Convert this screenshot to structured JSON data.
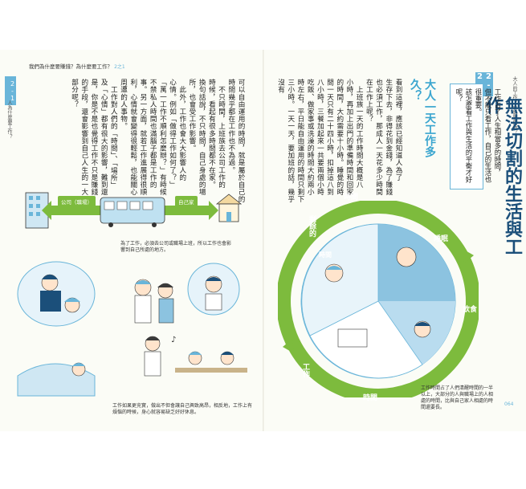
{
  "left_page": {
    "tab_number": "2-1",
    "runner": "人為什麼要工作？",
    "header": "我們為什麼要賺錢？為什麼要工作？",
    "header_tag": "2之1",
    "body_columns": [
      "可以自由運用的時間，就是屬於自己的",
      "時間幾乎都在工作也不為過。",
      "　不只時間，上班族去公司工作的",
      "時候，看起有很多時間都不在家。",
      "換句話說，不只時間，自己身處的場",
      "所，也會受工作影響。",
      "　此外，工作也會大大影響人的",
      "心情。例如「做得工作如何了？」",
      "「萬一工作不順利怎麼辦？」有時候",
      "不禁私人時間也滿腦子都是工作的",
      "事。另一方面，就若工作進展得很順",
      "利，心情就會變得很輕鬆，也能關心",
      "周遭的人事物。",
      "　工作對人們的「時間」、「場所」",
      "及「心情」都有很大的影響，難到還",
      "是，你是不是也覺得工作不只是賺錢",
      "的手段，還會影響到自己人生的一大",
      "部分呢？"
    ],
    "commute_labels": [
      "公司（職場）",
      "自己家"
    ],
    "captions": [
      "為了工作，必須去公司或職場上班，所以工作也會影響到自己所處的地方。",
      "工作如果更充實，做出不但會讓自己興致高昂，相反地，工作上有煩惱的時候，身心就容易缺乏好好休息。"
    ]
  },
  "right_page": {
    "tab_number": "2-2",
    "runner": "大人的工作，會影響生活？",
    "title": "無法切割的生活與工作",
    "subtitle_lines": [
      "工作占了人生相當多的時間，",
      "但不能只看工作，自己的生活也很重要。",
      "該怎麼看工作與生活的平衡才好呢？"
    ],
    "question": "大人一天工作多久？",
    "body_columns": [
      "看到這裡，應該已經知道人為了",
      "生存下去，非得花到金錢，為了賺錢",
      "也必須工作，那成人一天花多少時間",
      "在工作上呢？",
      "　上班族一天的工作時間大概是八",
      "小時，再加上出門的準備時間和回家",
      "的時間，大約需要十小時。睡覺的時",
      "間一天只有二十四小時，扣掉這八到",
      "八小時，三餐加起來一共要兩個小時",
      "吃飯、做家事或洗澡的時間大約兩小",
      "時左右，平日能自由運用的時間只剩下",
      "三小時。一天一天，要加班的話，幾乎沒有"
    ],
    "pie_labels": [
      "時間",
      "剩餘的",
      "時間",
      "睡眠",
      "飲食",
      "工作",
      "時間"
    ],
    "pie_caption": "工作時間占了人們清醒時間的一半以上，大部分的人與職場上的人相處的時間，比與自己家人相處的時間還要長。",
    "page_number": "064"
  },
  "colors": {
    "accent_blue": "#69b5d9",
    "title_blue": "#1b4f7a",
    "green": "#7dbb3d",
    "pie_blue": "#8cc3e0"
  }
}
